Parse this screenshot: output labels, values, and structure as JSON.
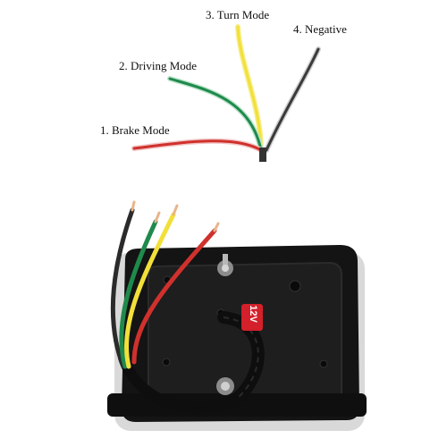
{
  "labels": {
    "brake": "1. Brake Mode",
    "driving": "2. Driving Mode",
    "turn": "3. Turn Mode",
    "negative": "4. Negative"
  },
  "sticker_text": "12V",
  "wire_colors": {
    "brake": "#d0312d",
    "driving": "#1f8a4c",
    "turn": "#f2e03a",
    "negative": "#3a3a3a"
  },
  "housing_color": "#141414"
}
